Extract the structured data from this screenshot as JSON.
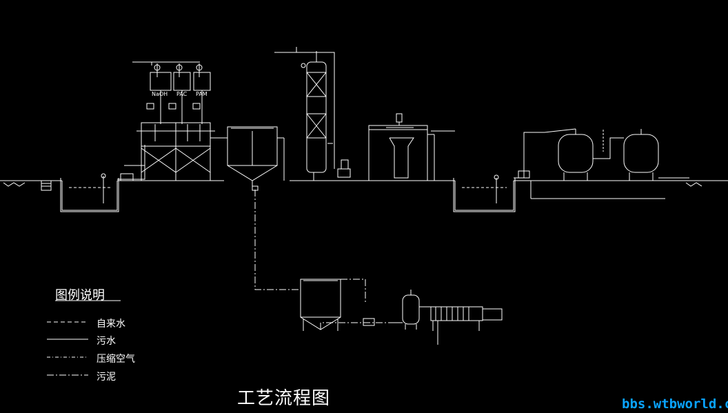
{
  "title": "工艺流程图",
  "legend": {
    "title": "图例说明",
    "items": [
      {
        "label": "自来水",
        "dash": "6,4"
      },
      {
        "label": "污水",
        "dash": ""
      },
      {
        "label": "压缩空气",
        "dash": "5,3,1,3"
      },
      {
        "label": "污泥",
        "dash": "10,3,2,3"
      }
    ]
  },
  "tanks": {
    "naoh": "NaOH",
    "pac": "PAC",
    "pam": "PAM"
  },
  "watermark": "bbs.wtbworld.com",
  "colors": {
    "background": "#000000",
    "line": "#ffffff",
    "watermark": "#0aa3ff"
  }
}
